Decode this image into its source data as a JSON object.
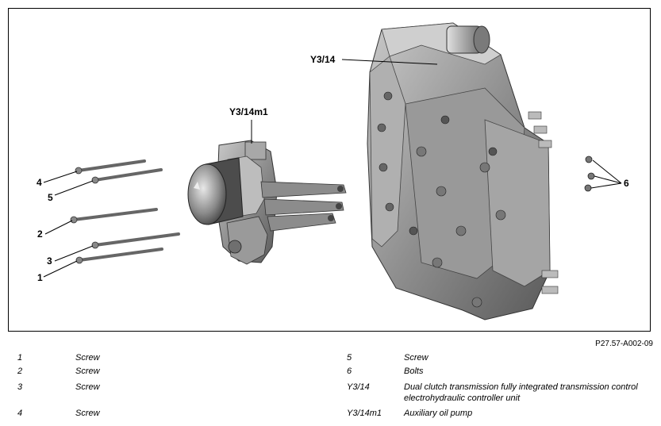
{
  "figure": {
    "callouts": {
      "c1": "1",
      "c2": "2",
      "c3": "3",
      "c4": "4",
      "c5": "5",
      "c6": "6",
      "y314": "Y3/14",
      "y314m1": "Y3/14m1"
    },
    "reference": "P27.57-A002-09"
  },
  "legend": {
    "left": [
      {
        "key": "1",
        "desc": "Screw"
      },
      {
        "key": "2",
        "desc": "Screw"
      },
      {
        "key": "3",
        "desc": "Screw"
      },
      {
        "key": "4",
        "desc": "Screw"
      }
    ],
    "right": [
      {
        "key": "5",
        "desc": "Screw"
      },
      {
        "key": "6",
        "desc": "Bolts"
      },
      {
        "key": "Y3/14",
        "desc": "Dual clutch transmission fully integrated transmission control electrohydraulic controller unit"
      },
      {
        "key": "Y3/14m1",
        "desc": "Auxiliary oil pump"
      }
    ]
  }
}
